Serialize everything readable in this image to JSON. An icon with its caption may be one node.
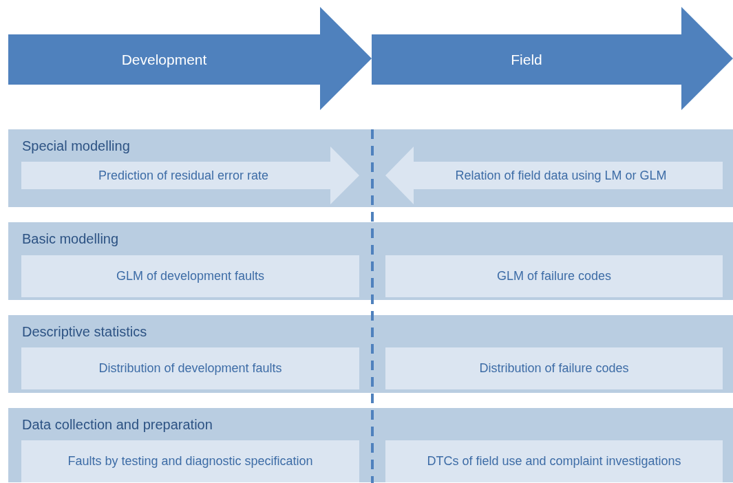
{
  "diagram": {
    "nodes": [
      {
        "text": [
          "Development"
        ]
      },
      {
        "text": [
          "Field"
        ]
      },
      {
        "text": [
          "Special modelling"
        ]
      },
      {
        "text": [
          "Prediction of residual error rate"
        ],
        "in": 2
      },
      {
        "text": [
          "Relation of field data using LM or GLM"
        ],
        "in": 2
      },
      {
        "text": [
          "Basic modelling"
        ]
      },
      {
        "text": [
          "GLM of development faults"
        ],
        "in": 5
      },
      {
        "text": [
          "GLM of failure codes"
        ],
        "in": 5
      },
      {
        "text": [
          "Descriptive statistics"
        ]
      },
      {
        "text": [
          "Distribution of development faults"
        ],
        "in": 8
      },
      {
        "text": [
          "Distribution of failure codes"
        ],
        "in": 8
      },
      {
        "text": [
          "Data collection and preparation"
        ]
      },
      {
        "text": [
          "Faults by testing and diagnostic specification"
        ],
        "in": 11
      },
      {
        "text": [
          "DTCs of field use and complaint investigations"
        ],
        "in": 11
      }
    ]
  }
}
